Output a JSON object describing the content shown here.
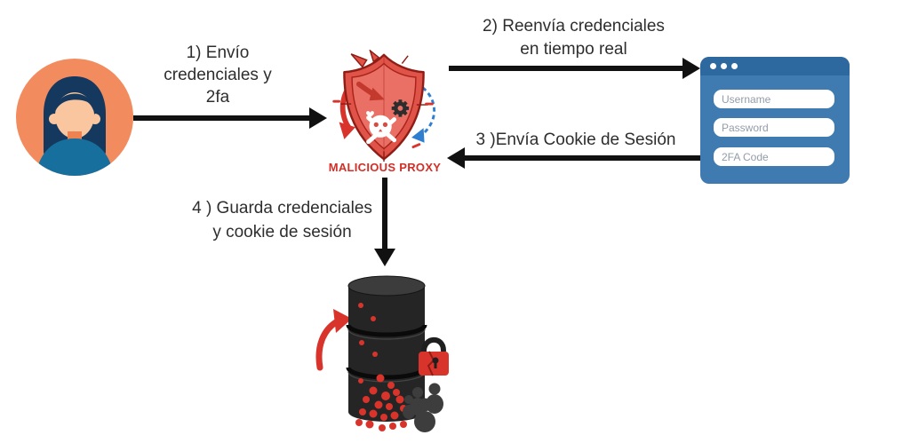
{
  "steps": [
    {
      "label": "1) Envío\ncredenciales y\n2fa"
    },
    {
      "label": "2) Reenvía credenciales\nen tiempo real"
    },
    {
      "label": "3 )Envía Cookie de Sesión"
    },
    {
      "label": "4 ) Guarda credenciales\ny cookie de sesión"
    }
  ],
  "proxy": {
    "label": "MALICIOUS PROXY"
  },
  "login_form": {
    "fields": [
      {
        "placeholder": "Username"
      },
      {
        "placeholder": "Password"
      },
      {
        "placeholder": "2FA Code"
      }
    ]
  },
  "icons": {
    "user": "user-avatar",
    "proxy": "shield-with-skull-and-crossbones",
    "proxy_left_arrow": "red-curved-arrow",
    "proxy_right_arrow": "blue-dashed-curved-arrow",
    "window_controls": "three-white-dots",
    "database": "stacked-database-cylinders",
    "lock": "broken-red-padlock",
    "leak": "red-data-dots-spill",
    "users": "people-group-silhouette",
    "db_arrow": "red-swoosh-arrow"
  },
  "colors": {
    "red": "#d9342b",
    "arrow_black": "#111111",
    "text": "#2e2e2e",
    "proxy_label_red": "#d22f27",
    "window_blue": "#3f7ab0",
    "titlebar_blue": "#2d689f",
    "field_placeholder": "#929daa",
    "avatar_orange": "#f28c5e",
    "hair_navy": "#15395e",
    "skin": "#f9c6a0",
    "shirt_teal": "#176f9e",
    "db_dark": "#252525",
    "blue_dashed": "#2f7fd1",
    "people_gray": "#3d3d3d"
  }
}
